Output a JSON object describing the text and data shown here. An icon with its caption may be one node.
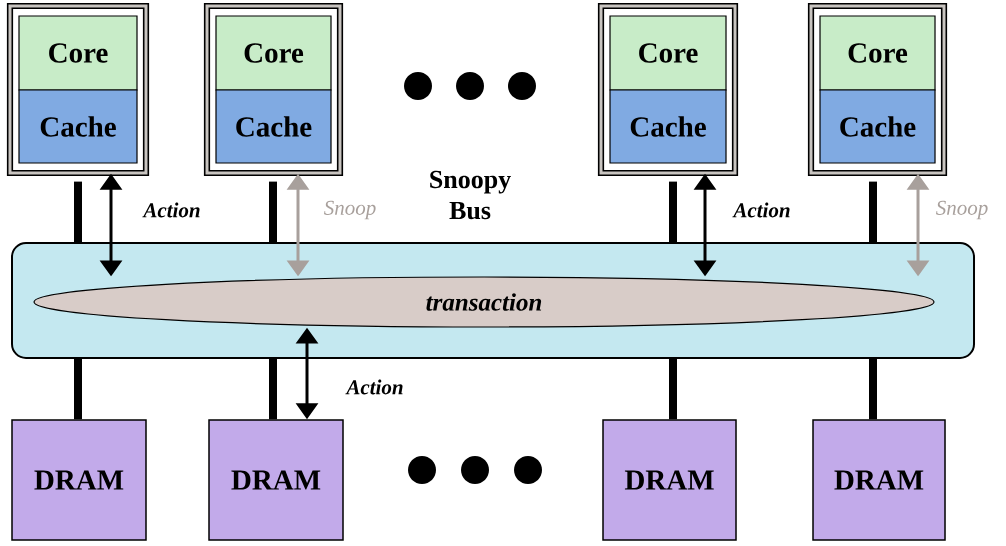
{
  "diagram": {
    "nodes": [
      {
        "text": [],
        "shape": "box"
      },
      {
        "text": [
          "Core"
        ],
        "in": 0
      },
      {
        "text": [
          "Cache"
        ],
        "in": 0
      },
      {
        "text": [],
        "shape": "box"
      },
      {
        "text": [
          "Core"
        ],
        "in": 3
      },
      {
        "text": [
          "Cache"
        ],
        "in": 3
      },
      {
        "text": [],
        "shape": "box"
      },
      {
        "text": [
          "Core"
        ],
        "in": 6
      },
      {
        "text": [
          "Cache"
        ],
        "in": 6
      },
      {
        "text": [],
        "shape": "box"
      },
      {
        "text": [
          "Core"
        ],
        "in": 9
      },
      {
        "text": [
          "Cache"
        ],
        "in": 9
      },
      {
        "text": [
          "Snoopy Bus"
        ]
      },
      {
        "text": [
          "transaction"
        ],
        "in": 12
      },
      {
        "text": [
          "DRAM"
        ]
      },
      {
        "text": [
          "DRAM"
        ]
      },
      {
        "text": [
          "DRAM"
        ]
      },
      {
        "text": [
          "DRAM"
        ]
      }
    ],
    "edges": [
      {
        "from": 2,
        "to": 12,
        "arrow": "none"
      },
      {
        "from": 5,
        "to": 12,
        "arrow": "none"
      },
      {
        "from": 8,
        "to": 12,
        "arrow": "none"
      },
      {
        "from": 11,
        "to": 12,
        "arrow": "none"
      },
      {
        "from": 12,
        "to": 14,
        "arrow": "none"
      },
      {
        "from": 12,
        "to": 15,
        "arrow": "none"
      },
      {
        "from": 12,
        "to": 16,
        "arrow": "none"
      },
      {
        "from": 12,
        "to": 17,
        "arrow": "none"
      },
      {
        "from": 0,
        "to": 13,
        "arrow": "both",
        "label": "Action"
      },
      {
        "from": 3,
        "to": 13,
        "arrow": "both",
        "label": "Snoop",
        "color": "#a8a09c"
      },
      {
        "from": 6,
        "to": 13,
        "arrow": "both",
        "label": "Action"
      },
      {
        "from": 9,
        "to": 13,
        "arrow": "both",
        "label": "Snoop",
        "color": "#a8a09c"
      },
      {
        "from": 13,
        "to": 15,
        "arrow": "both",
        "label": "Action"
      }
    ]
  }
}
